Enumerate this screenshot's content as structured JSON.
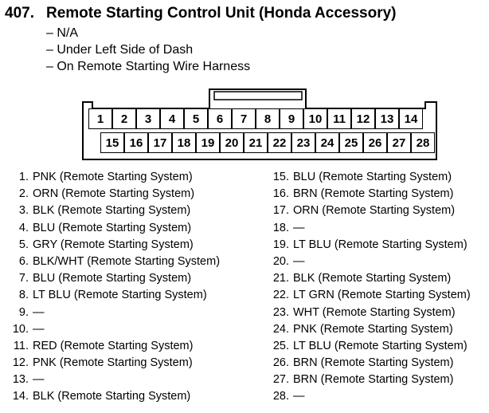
{
  "title": {
    "number": "407.",
    "text": "Remote Starting Control Unit (Honda Accessory)"
  },
  "notes": [
    "– N/A",
    "– Under Left Side of Dash",
    "– On Remote Starting Wire Harness"
  ],
  "connector": {
    "top_row": [
      "1",
      "2",
      "3",
      "4",
      "5",
      "6",
      "7",
      "8",
      "9",
      "10",
      "11",
      "12",
      "13",
      "14"
    ],
    "bottom_row": [
      "15",
      "16",
      "17",
      "18",
      "19",
      "20",
      "21",
      "22",
      "23",
      "24",
      "25",
      "26",
      "27",
      "28"
    ]
  },
  "pins_left": [
    {
      "n": "1.",
      "desc": "PNK (Remote Starting System)"
    },
    {
      "n": "2.",
      "desc": "ORN (Remote Starting System)"
    },
    {
      "n": "3.",
      "desc": "BLK (Remote Starting System)"
    },
    {
      "n": "4.",
      "desc": "BLU (Remote Starting System)"
    },
    {
      "n": "5.",
      "desc": "GRY (Remote Starting System)"
    },
    {
      "n": "6.",
      "desc": "BLK/WHT (Remote Starting System)"
    },
    {
      "n": "7.",
      "desc": "BLU (Remote Starting System)"
    },
    {
      "n": "8.",
      "desc": "LT BLU (Remote Starting System)"
    },
    {
      "n": "9.",
      "desc": "—"
    },
    {
      "n": "10.",
      "desc": "—"
    },
    {
      "n": "11.",
      "desc": "RED (Remote Starting System)"
    },
    {
      "n": "12.",
      "desc": "PNK (Remote Starting System)"
    },
    {
      "n": "13.",
      "desc": "—"
    },
    {
      "n": "14.",
      "desc": "BLK (Remote Starting System)"
    }
  ],
  "pins_right": [
    {
      "n": "15.",
      "desc": "BLU (Remote Starting System)"
    },
    {
      "n": "16.",
      "desc": "BRN (Remote Starting System)"
    },
    {
      "n": "17.",
      "desc": "ORN (Remote Starting System)"
    },
    {
      "n": "18.",
      "desc": "—"
    },
    {
      "n": "19.",
      "desc": "LT BLU (Remote Starting System)"
    },
    {
      "n": "20.",
      "desc": "—"
    },
    {
      "n": "21.",
      "desc": "BLK (Remote Starting System)"
    },
    {
      "n": "22.",
      "desc": "LT GRN (Remote Starting System)"
    },
    {
      "n": "23.",
      "desc": "WHT (Remote Starting System)"
    },
    {
      "n": "24.",
      "desc": "PNK (Remote Starting System)"
    },
    {
      "n": "25.",
      "desc": "LT BLU (Remote Starting System)"
    },
    {
      "n": "26.",
      "desc": "BRN (Remote Starting System)"
    },
    {
      "n": "27.",
      "desc": "BRN (Remote Starting System)"
    },
    {
      "n": "28.",
      "desc": "—"
    }
  ]
}
